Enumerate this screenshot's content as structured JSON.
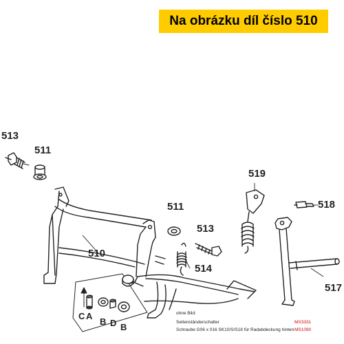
{
  "banner": {
    "text": "Na obrázku díl číslo 510"
  },
  "callouts": {
    "p513_left": "513",
    "p511_left": "511",
    "p519": "519",
    "p518": "518",
    "p511_center": "511",
    "p513_center": "513",
    "p510": "510",
    "p514": "514",
    "p517": "517"
  },
  "kit_letters": {
    "c": "C",
    "a": "A",
    "b1": "B",
    "d": "D",
    "b2": "B"
  },
  "notes": {
    "heading": "ohne Bild:",
    "row1_text": "Seitenständerschalter",
    "row1_code": "MX3331",
    "row2_text": "Schraube G06 x 016 SK10/S/S18 für Radabdeckung hinten",
    "row2_code": "MS1090"
  },
  "colors": {
    "banner": "#ffcc00",
    "part_code": "#cc0000",
    "line": "#222222"
  }
}
